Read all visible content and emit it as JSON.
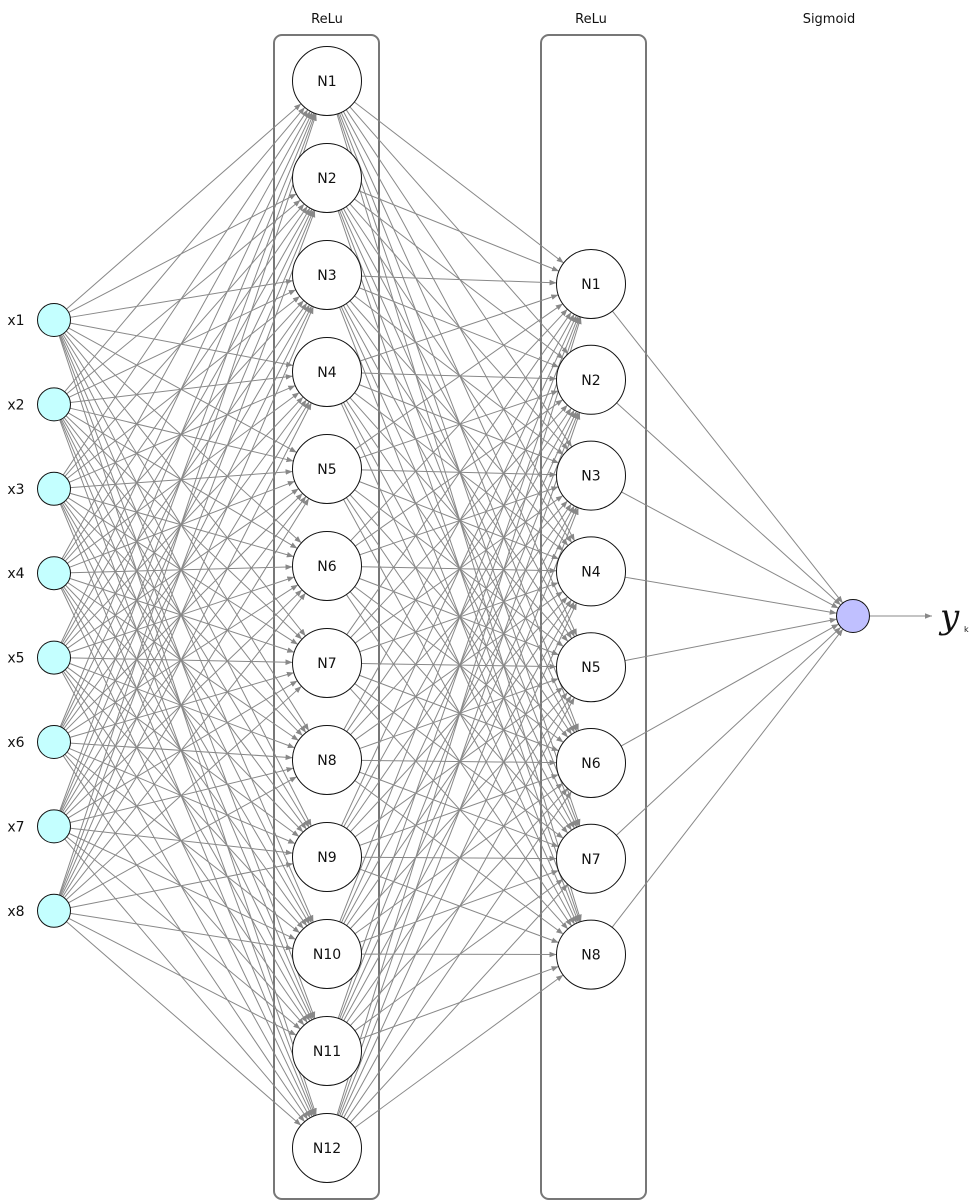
{
  "diagram": {
    "inputs": {
      "labels": [
        "x1",
        "x2",
        "x3",
        "x4",
        "x5",
        "x6",
        "x7",
        "x8"
      ],
      "fill": "#c4ffff"
    },
    "hidden1": {
      "activation": "ReLu",
      "labels": [
        "N1",
        "N2",
        "N3",
        "N4",
        "N5",
        "N6",
        "N7",
        "N8",
        "N9",
        "N10",
        "N11",
        "N12"
      ]
    },
    "hidden2": {
      "activation": "ReLu",
      "labels": [
        "N1",
        "N2",
        "N3",
        "N4",
        "N5",
        "N6",
        "N7",
        "N8"
      ]
    },
    "output": {
      "activation": "Sigmoid",
      "label": "y",
      "subscript": "k",
      "fill": "#c0c0ff"
    },
    "edge_color": "#888888",
    "box_color": "#777777"
  }
}
